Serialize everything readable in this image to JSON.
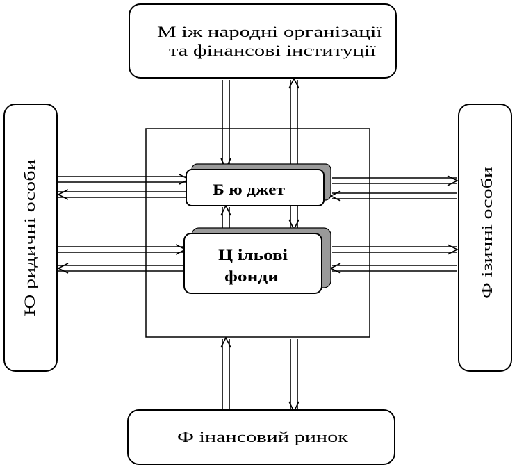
{
  "diagram": {
    "top_box": {
      "line1": "М іж народні організації",
      "line2": "та фінансові інституції"
    },
    "left_box": {
      "label": "Ю ридичні особи"
    },
    "right_box": {
      "label": "Ф ізичні особи"
    },
    "bottom_box": {
      "label": "Ф інансовий ринок"
    },
    "budget_box": {
      "label": "Б ю джет"
    },
    "funds_box": {
      "line1": "Ц ільові",
      "line2": "фонди"
    }
  }
}
